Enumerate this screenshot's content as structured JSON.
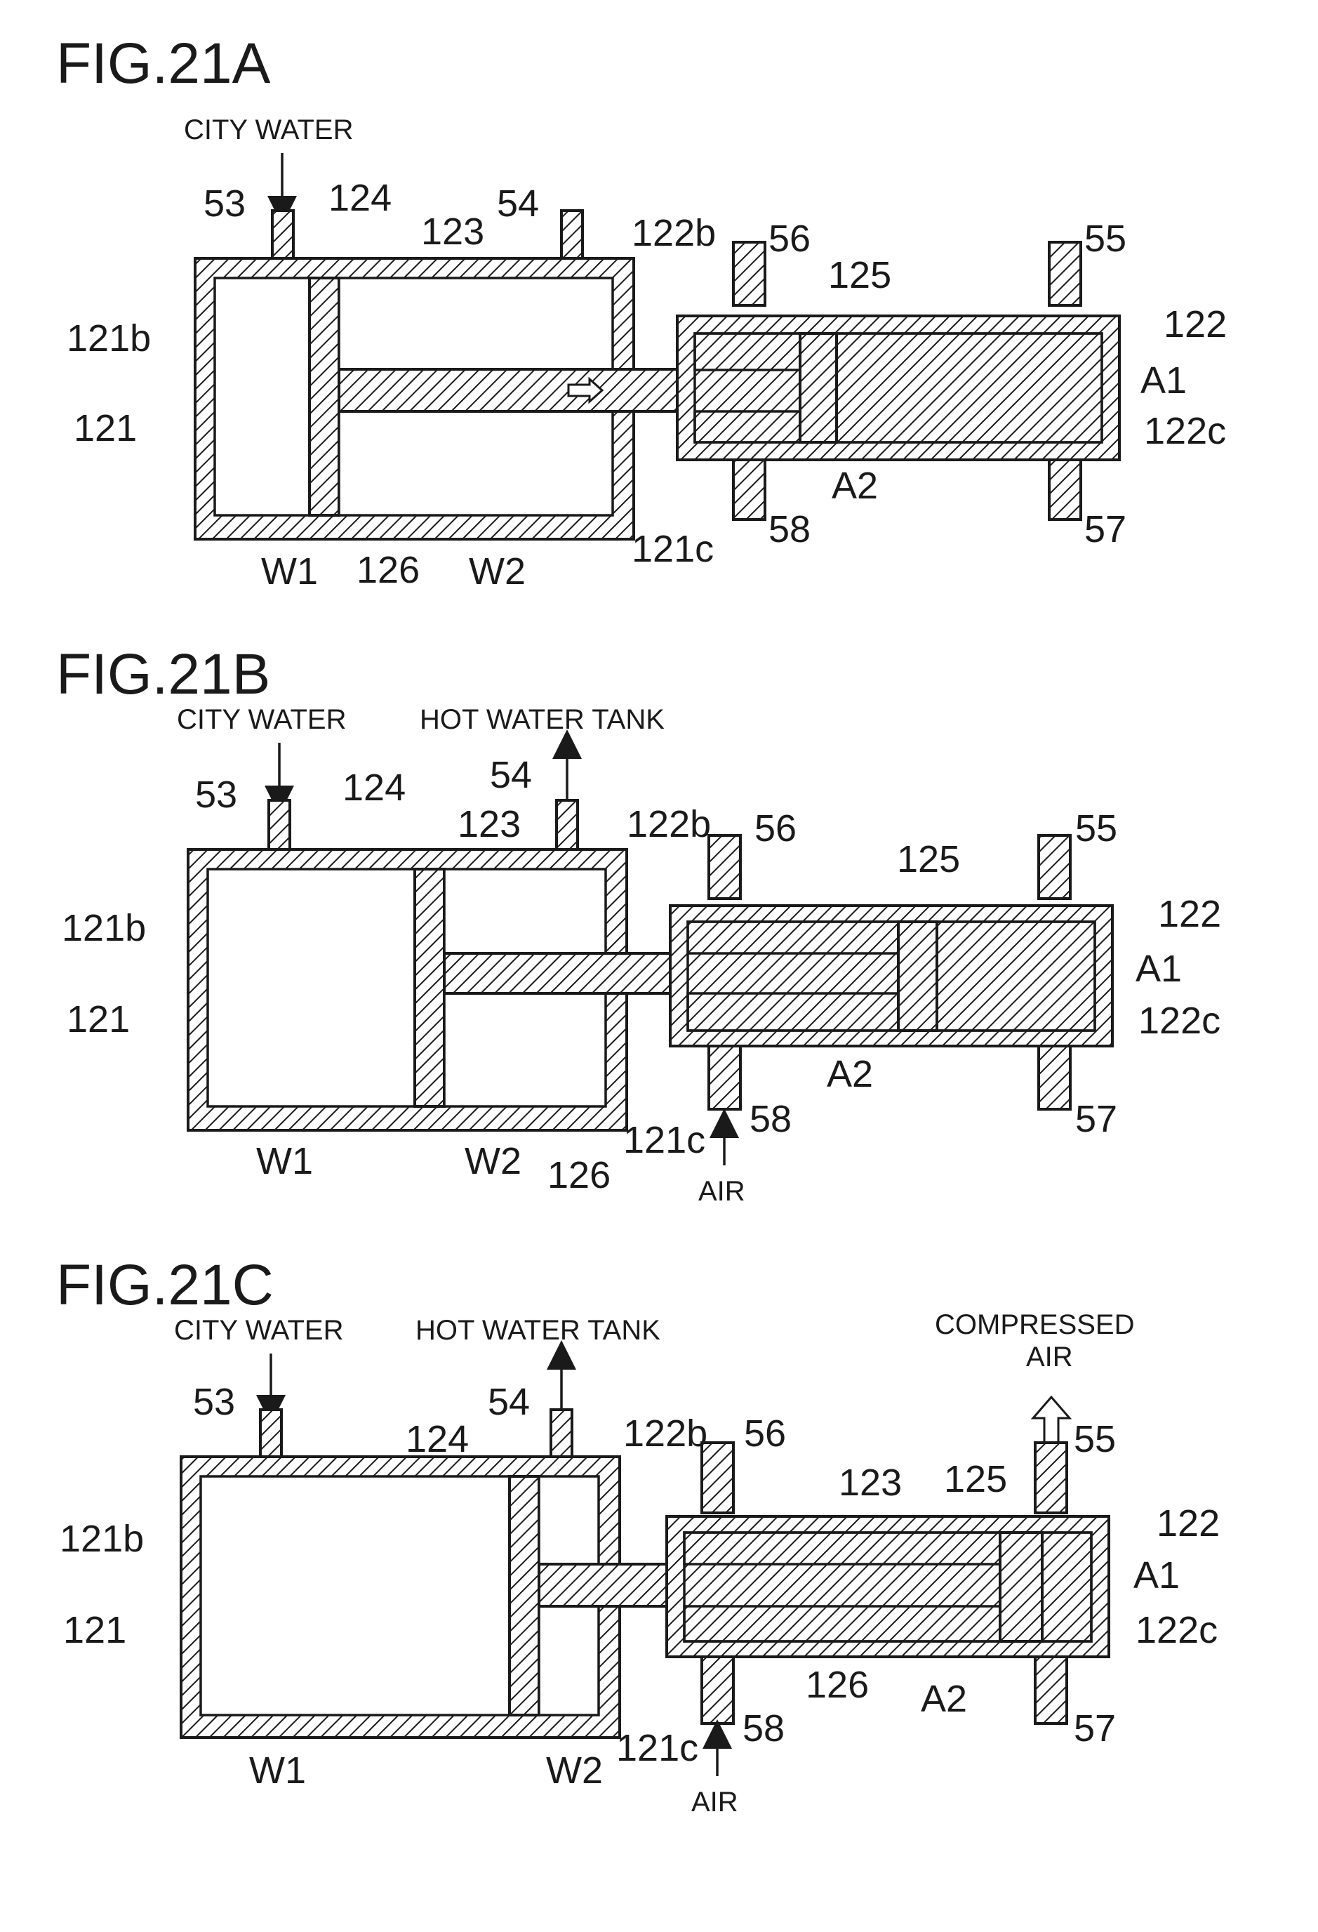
{
  "figures": [
    {
      "id": "21A",
      "title": "FIG.21A",
      "captions": {
        "city_water": "CITY WATER"
      },
      "refs": {
        "r53": "53",
        "r54": "54",
        "r124": "124",
        "r123": "123",
        "r122b": "122b",
        "r56": "56",
        "r125": "125",
        "r55": "55",
        "r122": "122",
        "r121b": "121b",
        "rA1": "A1",
        "r121": "121",
        "r122c": "122c",
        "rA2": "A2",
        "r58": "58",
        "r57": "57",
        "r121c": "121c",
        "rW1": "W1",
        "r126": "126",
        "rW2": "W2"
      }
    },
    {
      "id": "21B",
      "title": "FIG.21B",
      "captions": {
        "city_water": "CITY WATER",
        "hot_water_tank": "HOT WATER TANK",
        "air": "AIR"
      },
      "refs": {
        "r53": "53",
        "r54": "54",
        "r124": "124",
        "r123": "123",
        "r122b": "122b",
        "r56": "56",
        "r125": "125",
        "r55": "55",
        "r122": "122",
        "r121b": "121b",
        "rA1": "A1",
        "r121": "121",
        "r122c": "122c",
        "rA2": "A2",
        "r58": "58",
        "r57": "57",
        "r121c": "121c",
        "rW1": "W1",
        "r126": "126",
        "rW2": "W2"
      }
    },
    {
      "id": "21C",
      "title": "FIG.21C",
      "captions": {
        "city_water": "CITY WATER",
        "hot_water_tank": "HOT WATER TANK",
        "compressed": "COMPRESSED",
        "compressed_air": "AIR",
        "air": "AIR"
      },
      "refs": {
        "r53": "53",
        "r54": "54",
        "r124": "124",
        "r123": "123",
        "r122b": "122b",
        "r56": "56",
        "r125": "125",
        "r55": "55",
        "r122": "122",
        "r121b": "121b",
        "rA1": "A1",
        "r121": "121",
        "r122c": "122c",
        "rA2": "A2",
        "r58": "58",
        "r57": "57",
        "r121c": "121c",
        "rW1": "W1",
        "r126": "126",
        "rW2": "W2"
      }
    }
  ]
}
